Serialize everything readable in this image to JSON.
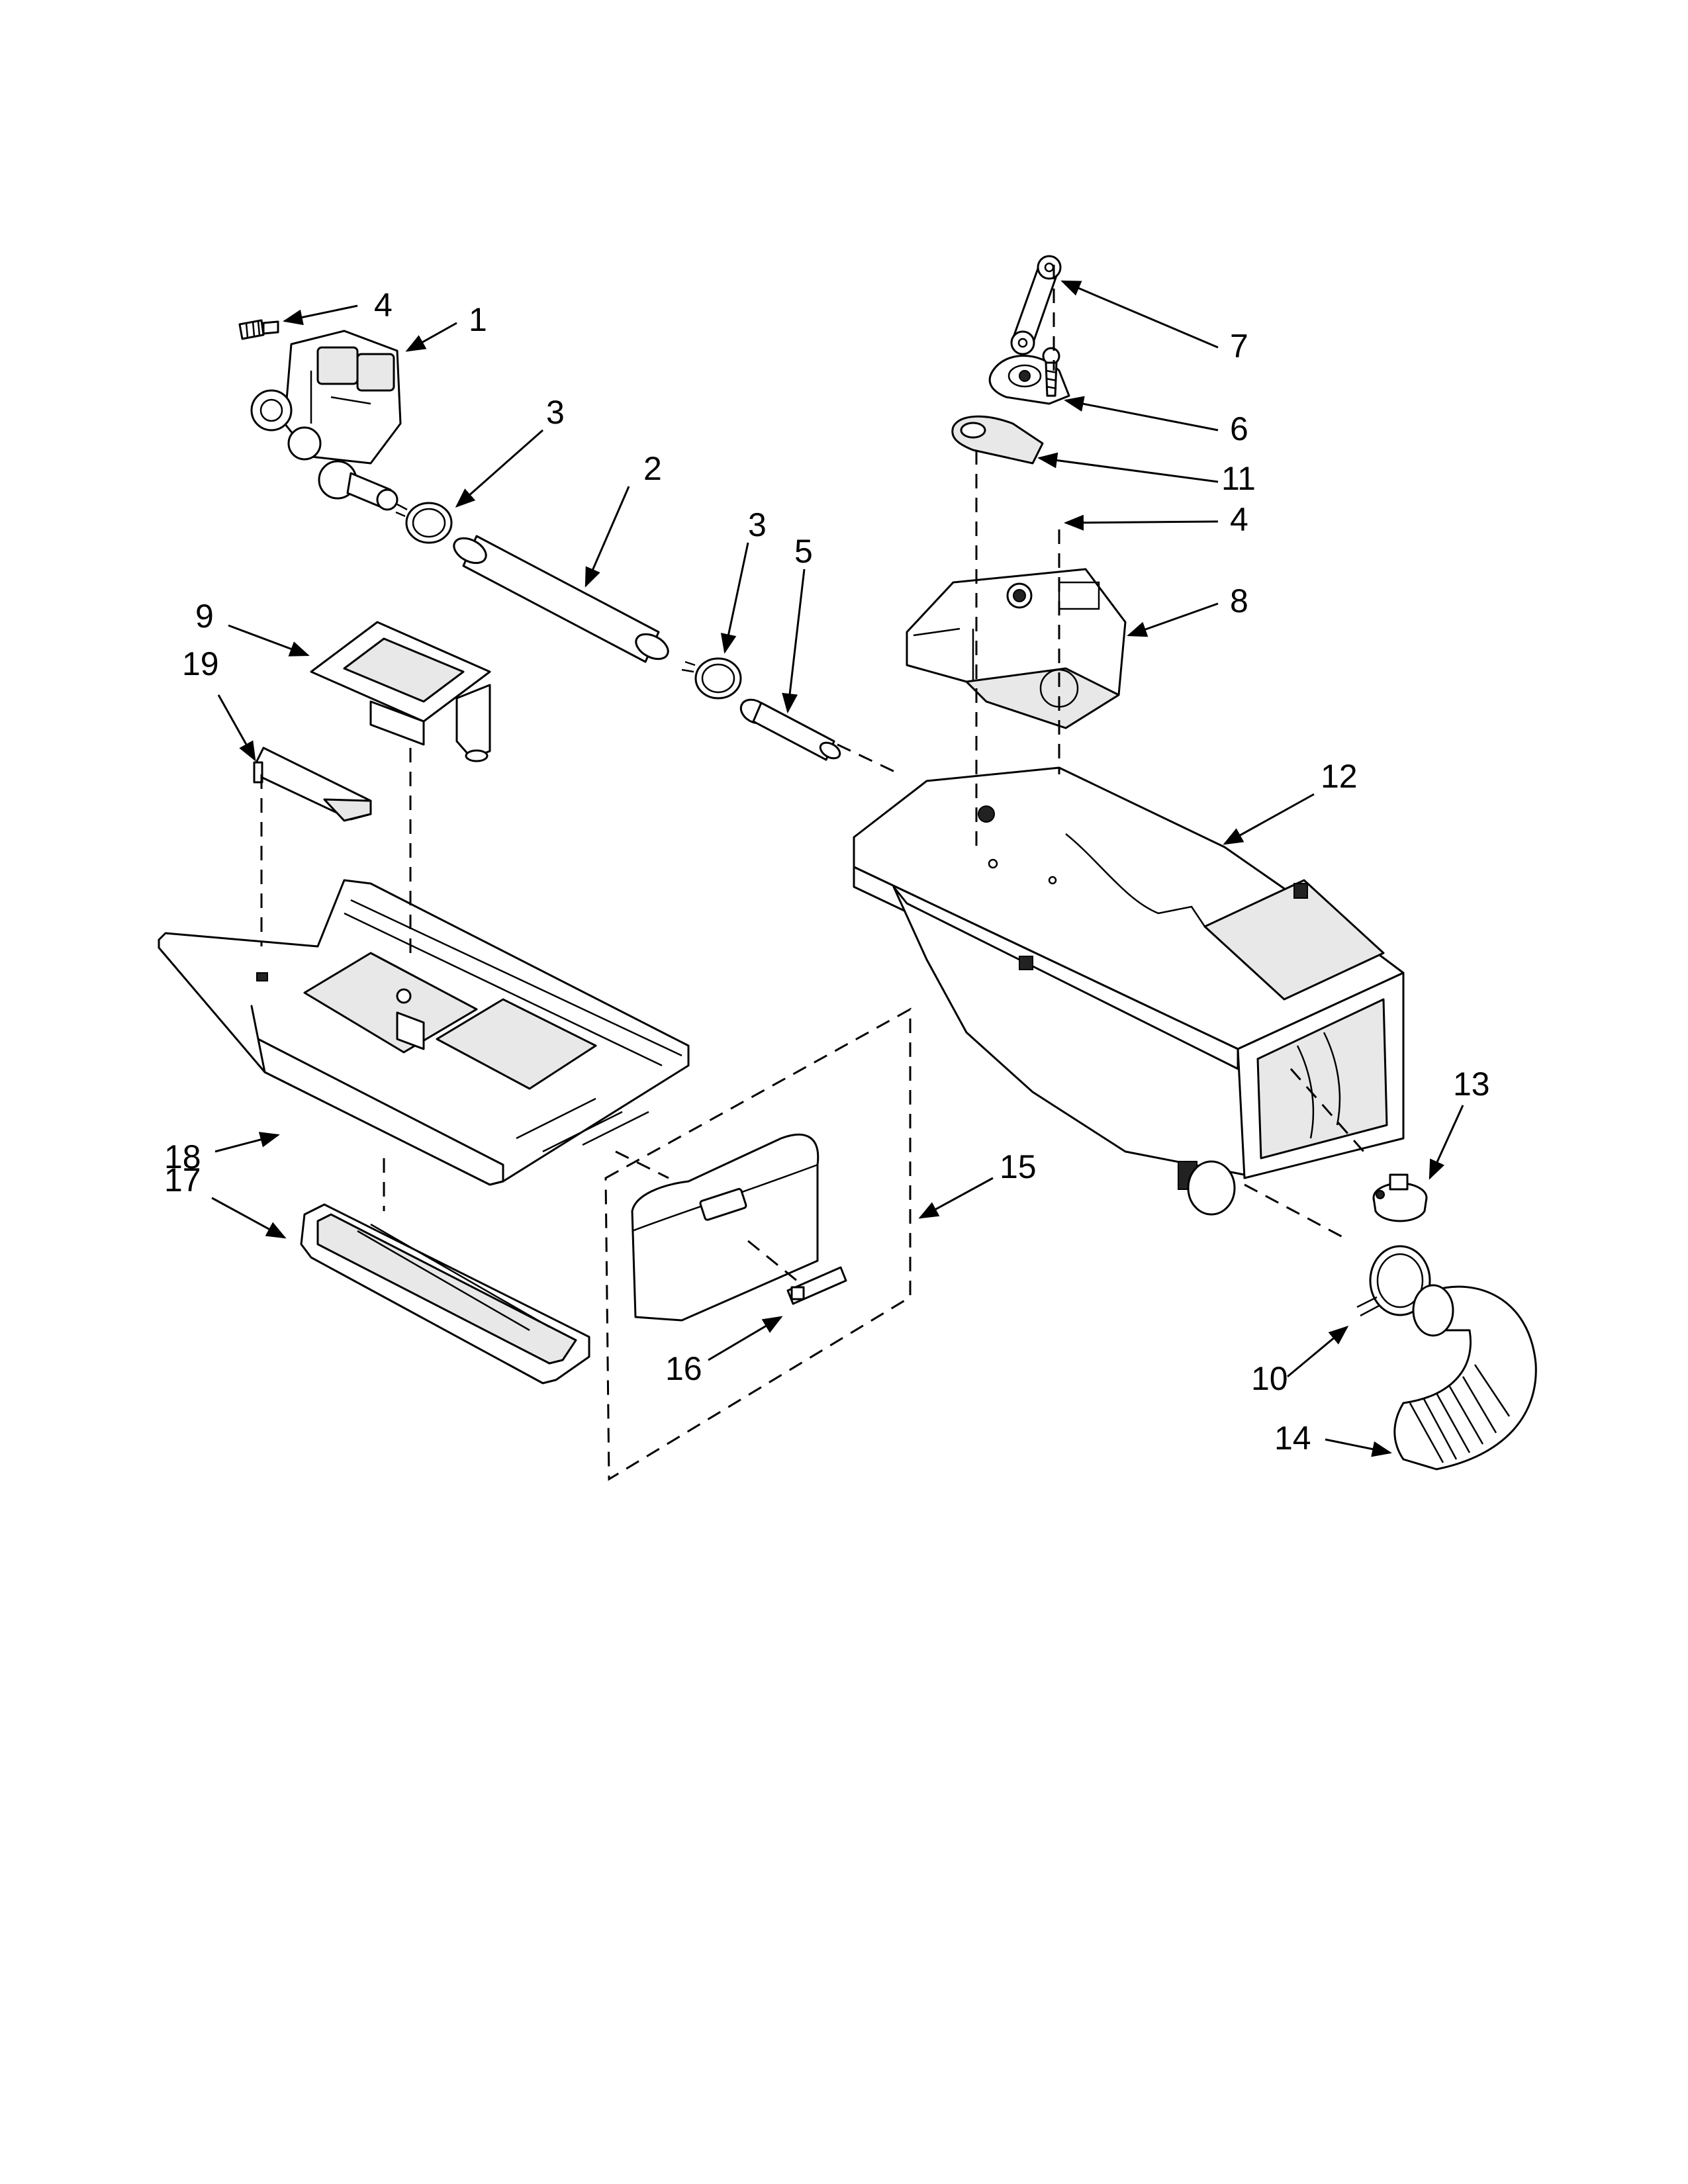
{
  "callouts": {
    "c1": "1",
    "c2": "2",
    "c3a": "3",
    "c3b": "3",
    "c4a": "4",
    "c4b": "4",
    "c5": "5",
    "c6": "6",
    "c7": "7",
    "c8": "8",
    "c9": "9",
    "c10": "10",
    "c11": "11",
    "c12": "12",
    "c13": "13",
    "c14": "14",
    "c15": "15",
    "c16": "16",
    "c17": "17",
    "c18": "18",
    "c19": "19"
  }
}
